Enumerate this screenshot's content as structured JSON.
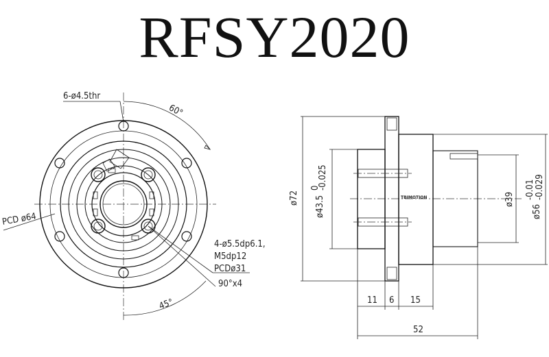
{
  "title": "RFSY2020",
  "front_view": {
    "hole_callout": "6-ø4.5thr",
    "angle_top": "60°",
    "pcd_outer": "PCD ø64",
    "tap_callout_line1": "4-ø5.5dp6.1,",
    "tap_callout_line2": "M5dp12",
    "tap_callout_line3": "PCDø31",
    "tap_callout_line4": "90°x4",
    "angle_bottom": "45°"
  },
  "side_view": {
    "dim_flange_dia": "ø72",
    "dim_body_dia": "ø43.5",
    "dim_body_tol_upper": "0",
    "dim_body_tol_lower": "-0.025",
    "dim_inner_dia": "ø39",
    "dim_outer_dia": "ø56",
    "dim_outer_tol_upper": "-0.01",
    "dim_outer_tol_lower": "-0.029",
    "dim_11": "11",
    "dim_6": "6",
    "dim_15": "15",
    "dim_52": "52",
    "logo_text": "TBIMOTION"
  }
}
